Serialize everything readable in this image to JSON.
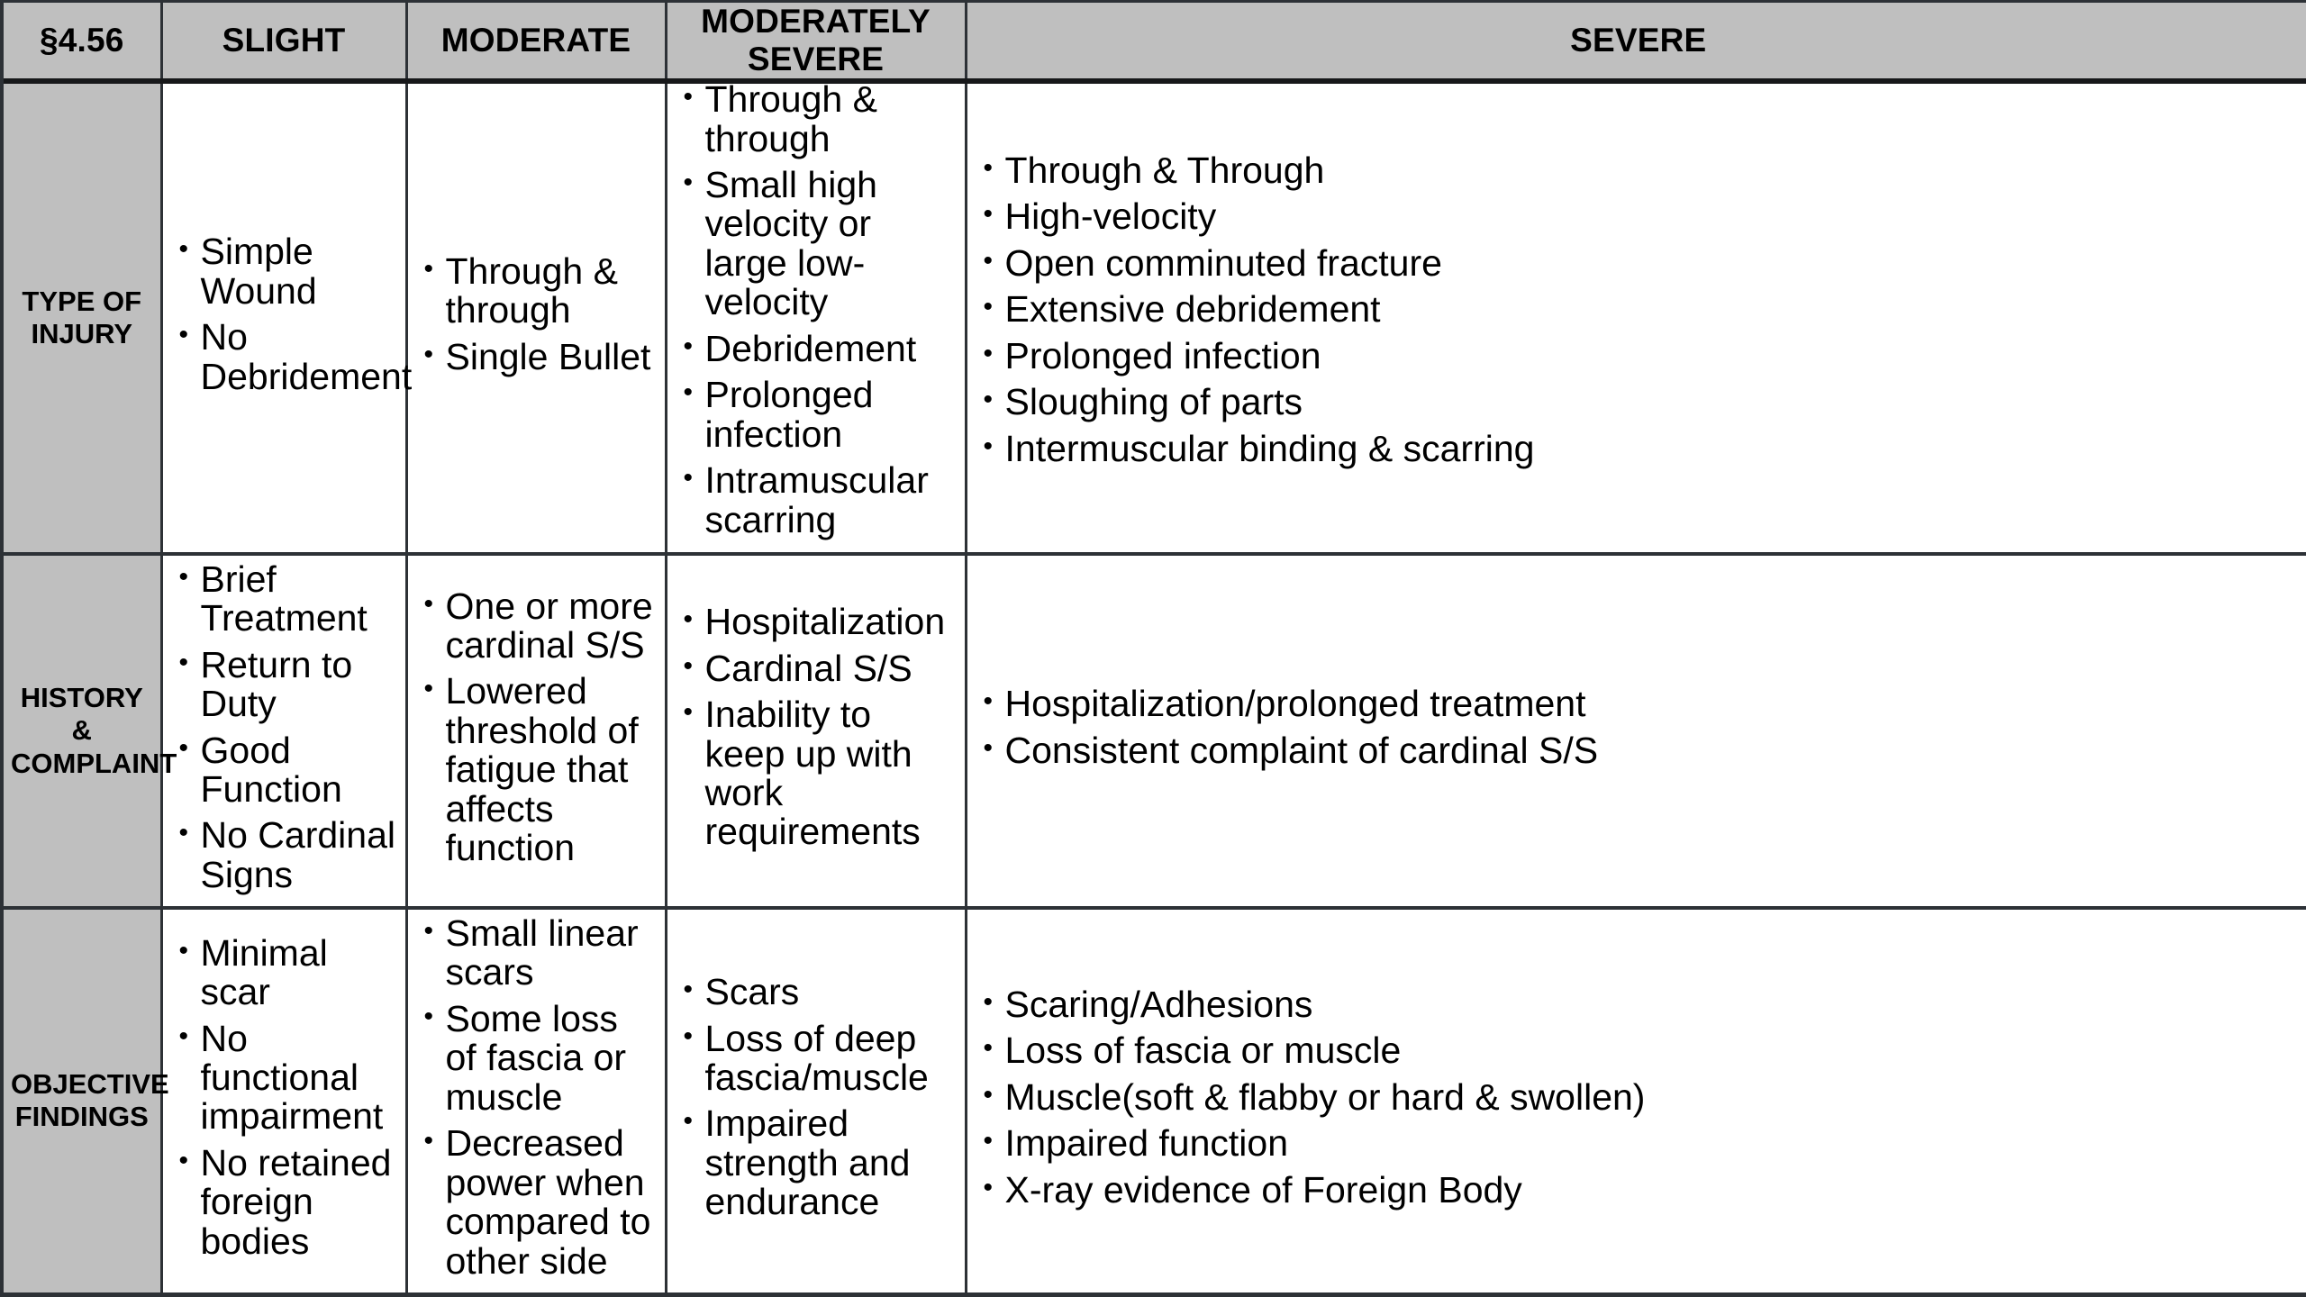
{
  "table": {
    "columns": [
      {
        "key": "label",
        "label": "§4.56"
      },
      {
        "key": "slight",
        "label": "SLIGHT"
      },
      {
        "key": "mod",
        "label": "MODERATE"
      },
      {
        "key": "modsev",
        "label": "MODERATELY SEVERE"
      },
      {
        "key": "sev",
        "label": "SEVERE"
      }
    ],
    "colors": {
      "header_background": "#bfbfbf",
      "row_label_background": "#bfbfbf",
      "cell_background": "#ffffff",
      "border": "#2d3136",
      "text": "#000000"
    },
    "rows": [
      {
        "label": "TYPE OF INJURY",
        "label_lines": [
          "TYPE OF",
          "INJURY"
        ],
        "slight": [
          "Simple Wound",
          "No Debridement"
        ],
        "mod": [
          "Through & through",
          "Single Bullet"
        ],
        "modsev": [
          "Through & through",
          "Small high velocity or large low-velocity",
          "Debridement",
          "Prolonged infection",
          "Intramuscular scarring"
        ],
        "sev": [
          "Through & Through",
          "High-velocity",
          "Open comminuted fracture",
          "Extensive debridement",
          "Prolonged infection",
          "Sloughing of parts",
          "Intermuscular binding & scarring"
        ]
      },
      {
        "label": "HISTORY & COMPLAINT",
        "label_lines": [
          "HISTORY &",
          "COMPLAINT"
        ],
        "slight": [
          "Brief Treatment",
          "Return to Duty",
          "Good Function",
          "No Cardinal Signs"
        ],
        "mod": [
          "One or more cardinal S/S",
          "Lowered threshold of fatigue that affects function"
        ],
        "modsev": [
          "Hospitalization",
          "Cardinal S/S",
          "Inability to keep up with work requirements"
        ],
        "sev": [
          "Hospitalization/prolonged treatment",
          "Consistent complaint of cardinal S/S"
        ]
      },
      {
        "label": "OBJECTIVE FINDINGS",
        "label_lines": [
          "OBJECTIVE",
          "FINDINGS"
        ],
        "slight": [
          "Minimal scar",
          "No functional impairment",
          "No retained foreign bodies"
        ],
        "mod": [
          "Small linear scars",
          "Some loss of fascia or muscle",
          "Decreased power when compared to other side"
        ],
        "modsev": [
          "Scars",
          "Loss of deep fascia/muscle",
          "Impaired strength and endurance"
        ],
        "sev": [
          "Scaring/Adhesions",
          "Loss of fascia or muscle",
          "Muscle(soft & flabby or hard & swollen)",
          "Impaired function",
          "X-ray evidence of Foreign Body"
        ]
      }
    ]
  }
}
